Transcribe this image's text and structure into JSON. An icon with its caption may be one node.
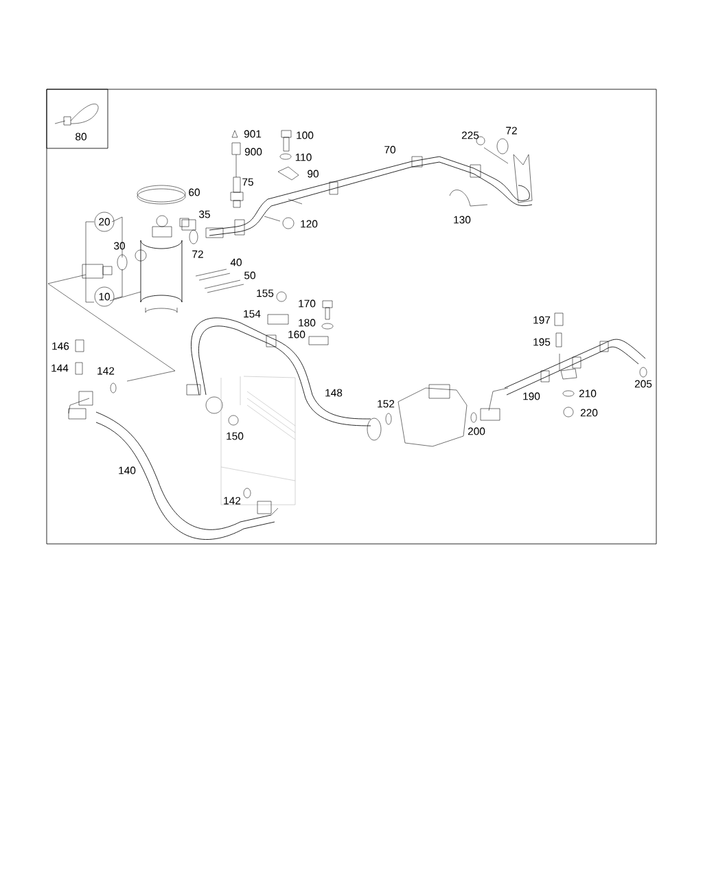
{
  "diagram": {
    "nodes": [
      {
        "text": [
          "80"
        ]
      },
      {
        "text": [
          "20"
        ]
      },
      {
        "text": [
          "10"
        ]
      }
    ],
    "labels": [
      "901",
      "900",
      "100",
      "110",
      "90",
      "75",
      "70",
      "225",
      "72",
      "60",
      "35",
      "120",
      "130",
      "30",
      "72",
      "40",
      "50",
      "155",
      "170",
      "154",
      "180",
      "160",
      "197",
      "195",
      "146",
      "144",
      "142",
      "205",
      "148",
      "152",
      "190",
      "210",
      "220",
      "200",
      "150",
      "140",
      "142"
    ]
  }
}
